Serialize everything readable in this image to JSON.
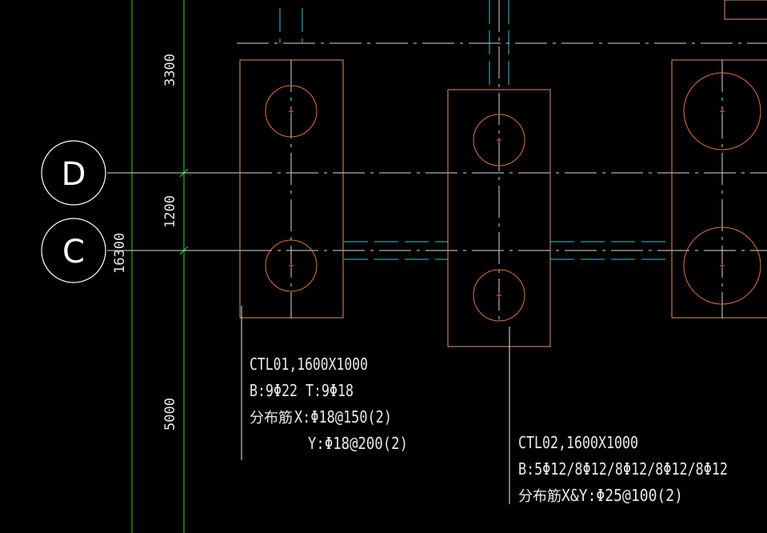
{
  "colors": {
    "background": "#000000",
    "axis_line": "#d8d8d8",
    "dimension": "#22dd22",
    "cap_outline": "#e0946a",
    "pile": "#e0733a",
    "beam": "#2ec7d4",
    "text": "#e8e8e8"
  },
  "grid_axes": [
    {
      "label": "D"
    },
    {
      "label": "C"
    }
  ],
  "dimensions": [
    {
      "value": "3300"
    },
    {
      "value": "1200"
    },
    {
      "value": "16300"
    },
    {
      "value": "5000"
    }
  ],
  "pile_caps": [
    {
      "name": "CTL01,1600X1000",
      "rebar_main": "B:9Φ22  T:9Φ18",
      "dist_label": "分布筋",
      "dist_x": "X:Φ18@150(2)",
      "dist_y": "Y:Φ18@200(2)"
    },
    {
      "name": "CTL02,1600X1000",
      "rebar_main": "B:5Φ12/8Φ12/8Φ12/8Φ12/8Φ12",
      "dist_label": "分布筋",
      "dist_xy": "X&Y:Φ25@100(2)"
    }
  ]
}
